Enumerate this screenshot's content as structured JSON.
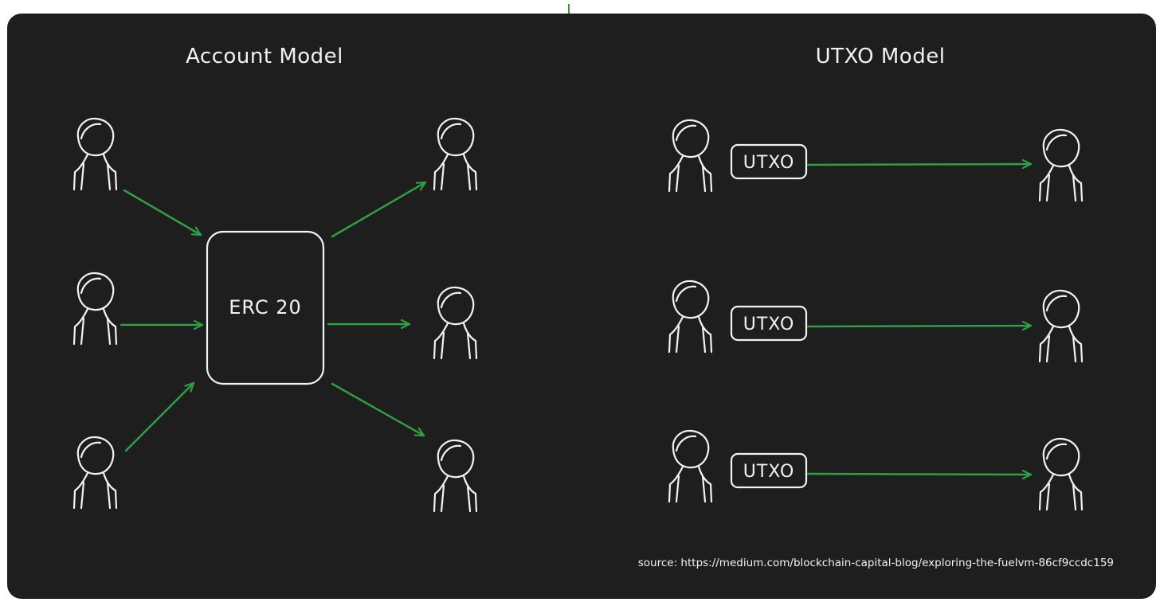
{
  "account_model": {
    "title": "Account Model",
    "contract_label": "ERC 20"
  },
  "utxo_model": {
    "title": "UTXO Model",
    "rows": [
      {
        "label": "UTXO"
      },
      {
        "label": "UTXO"
      },
      {
        "label": "UTXO"
      }
    ]
  },
  "source_text": "source: https://medium.com/blockchain-capital-blog/exploring-the-fuelvm-86cf9ccdc159",
  "colors": {
    "background": "#1e1e1e",
    "stroke": "#f2f2f2",
    "arrow": "#2f9e44"
  },
  "icons": [
    "person-icon",
    "arrow-icon"
  ]
}
